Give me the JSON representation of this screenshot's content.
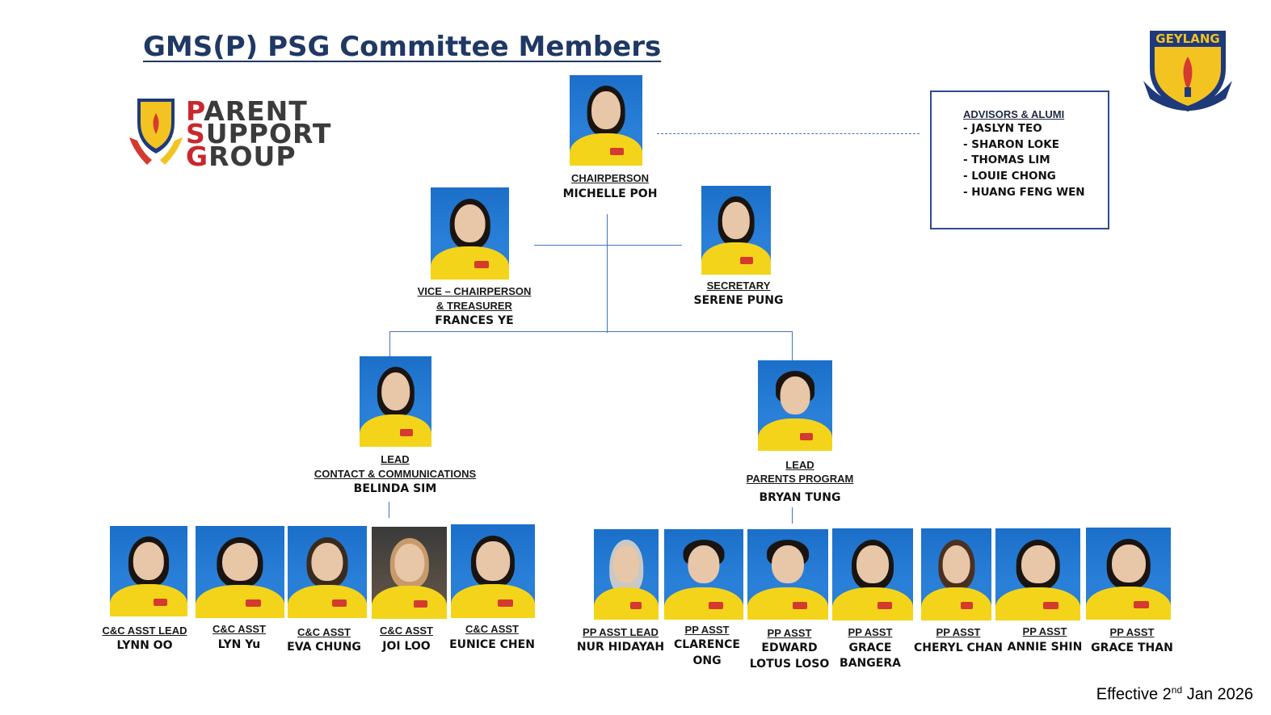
{
  "page": {
    "title": "GMS(P) PSG Committee Members",
    "effective_prefix": "Effective 2",
    "effective_sup": "nd",
    "effective_suffix": " Jan 2026"
  },
  "logos": {
    "psg_line1_first": "P",
    "psg_line1_rest": "ARENT",
    "psg_line2_first": "S",
    "psg_line2_rest": "UPPORT",
    "psg_line3_first": "G",
    "psg_line3_rest": "ROUP",
    "school_crest_text": "GEYLANG"
  },
  "advisors": {
    "title": "ADVISORS & ALUMI",
    "items": [
      "-  JASLYN TEO",
      "-  SHARON LOKE",
      "-  THOMAS LIM",
      "-  LOUIE CHONG",
      "-  HUANG FENG WEN"
    ]
  },
  "leaders": {
    "chair": {
      "role": "CHAIRPERSON",
      "name": "MICHELLE POH"
    },
    "vice": {
      "role1": "VICE – CHAIRPERSON",
      "role2": "& TREASURER",
      "name": "FRANCES YE"
    },
    "secretary": {
      "role": "SECRETARY",
      "name": "SERENE PUNG"
    },
    "lead_cc": {
      "role1": "LEAD",
      "role2": "CONTACT & COMMUNICATIONS",
      "name": "BELINDA SIM"
    },
    "lead_pp": {
      "role1": "LEAD",
      "role2": "PARENTS PROGRAM",
      "name": "BRYAN TUNG"
    }
  },
  "cc_team": [
    {
      "role": "C&C ASST LEAD",
      "name": "LYNN OO"
    },
    {
      "role": "C&C ASST",
      "name": "LYN Yu"
    },
    {
      "role": "C&C ASST",
      "name": "EVA CHUNG"
    },
    {
      "role": "C&C ASST",
      "name": "JOI LOO"
    },
    {
      "role": "C&C ASST",
      "name": "EUNICE CHEN"
    }
  ],
  "pp_team": [
    {
      "role": "PP ASST LEAD",
      "name1": "NUR HIDAYAH",
      "name2": ""
    },
    {
      "role": "PP ASST",
      "name1": "CLARENCE",
      "name2": "ONG"
    },
    {
      "role": "PP ASST",
      "name1": "EDWARD",
      "name2": "LOTUS LOSO"
    },
    {
      "role": "PP ASST",
      "name1": "GRACE",
      "name2": "BANGERA"
    },
    {
      "role": "PP ASST",
      "name1": "CHERYL CHAN",
      "name2": ""
    },
    {
      "role": "PP ASST",
      "name1": "ANNIE SHIN",
      "name2": ""
    },
    {
      "role": "PP ASST",
      "name1": "GRACE THAN",
      "name2": ""
    }
  ]
}
